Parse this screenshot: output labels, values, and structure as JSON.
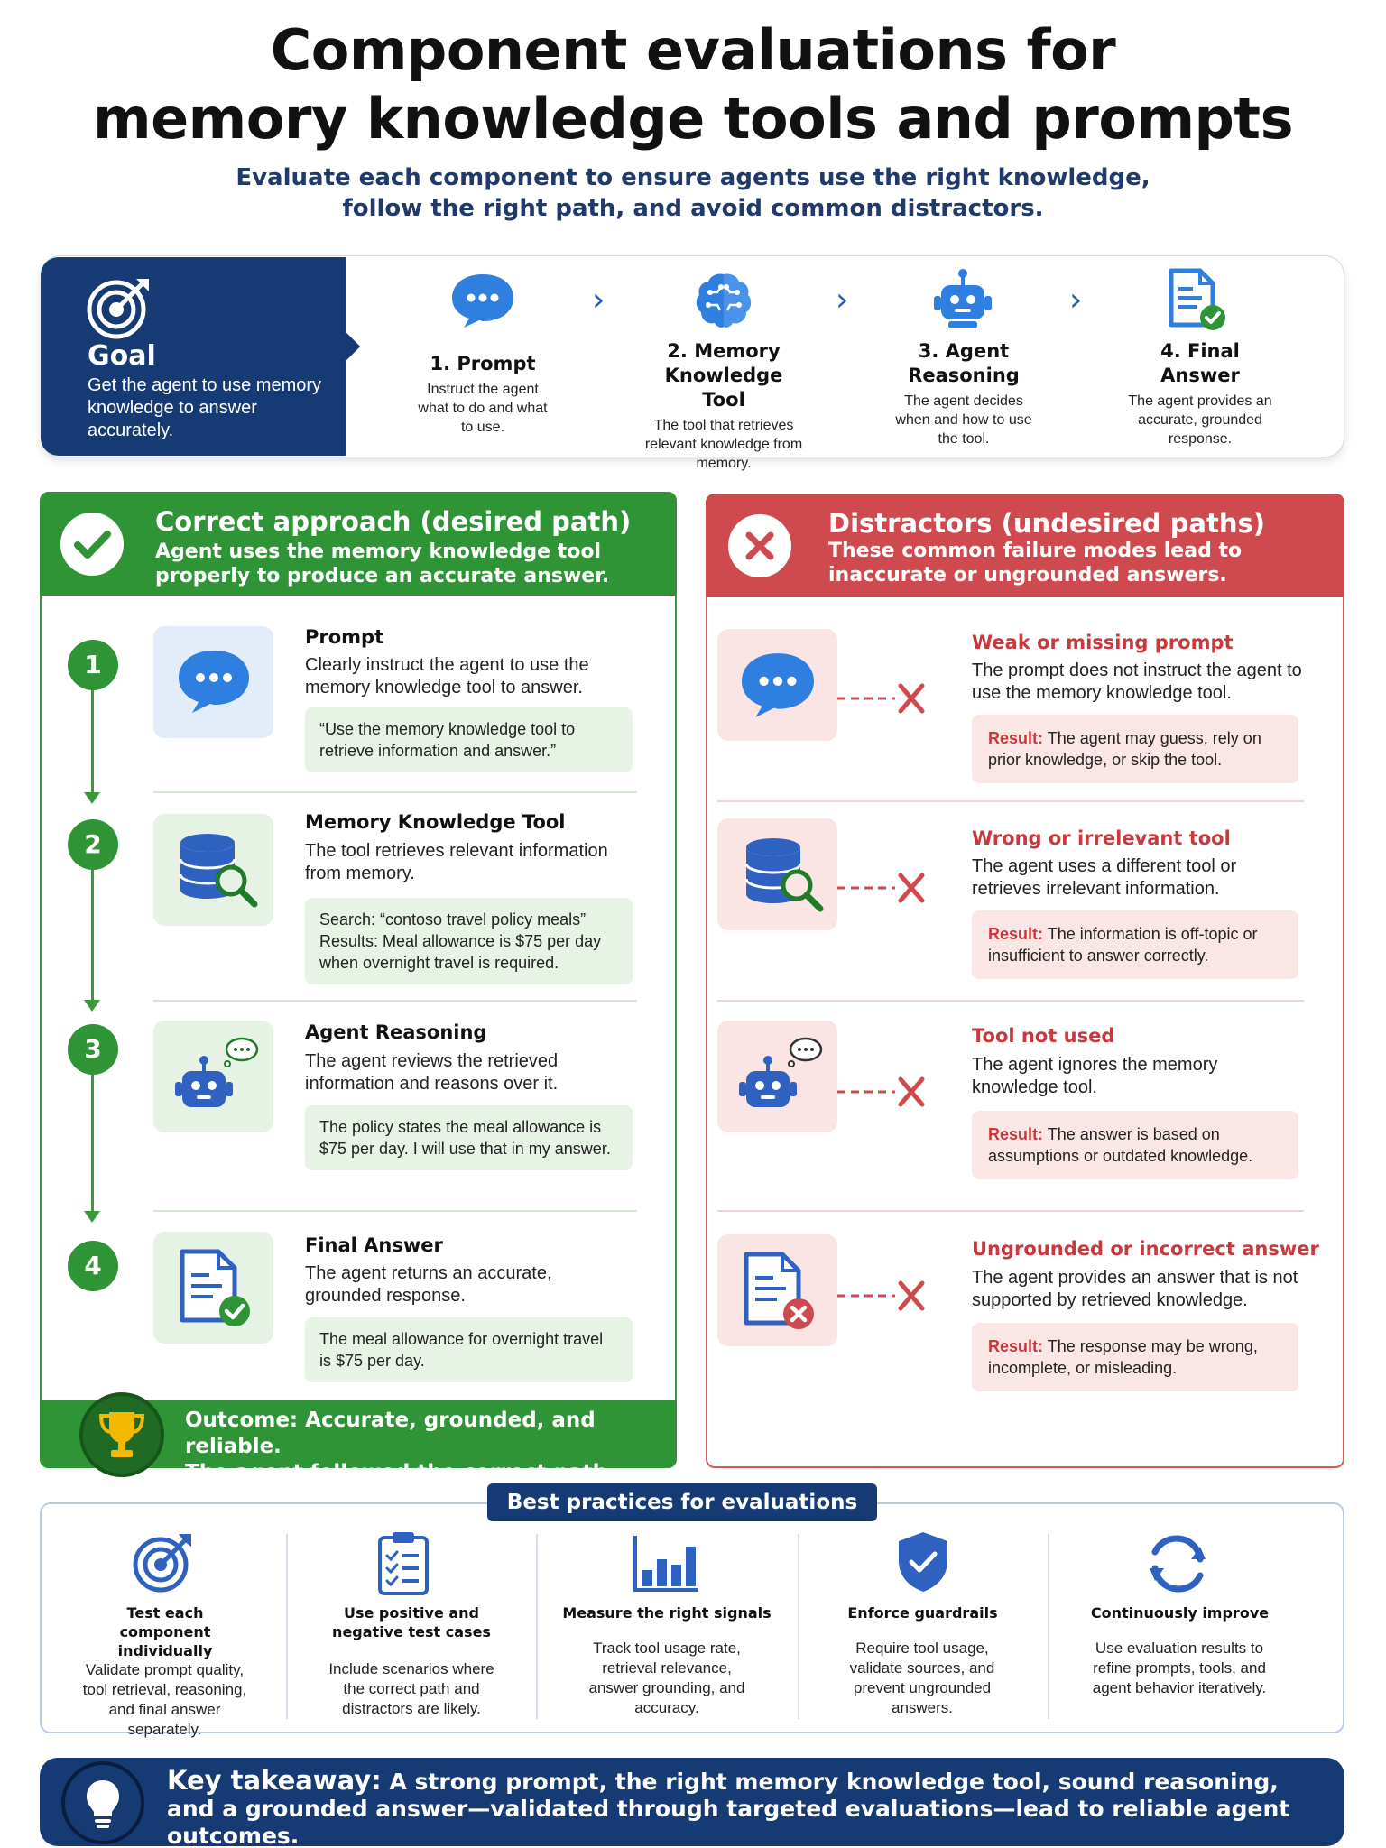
{
  "header": {
    "title_line1": "Component evaluations for",
    "title_line2": "memory knowledge tools and prompts",
    "subtitle_line1": "Evaluate each component to ensure agents use the right knowledge,",
    "subtitle_line2": "follow the right path, and avoid common distractors."
  },
  "goal": {
    "title": "Goal",
    "text": "Get the agent to use memory knowledge to answer accurately.",
    "icon": "target-icon"
  },
  "flow_steps": [
    {
      "title": "1. Prompt",
      "desc": "Instruct the agent what to do and what to use.",
      "icon": "chat-bubble-icon"
    },
    {
      "title": "2. Memory Knowledge Tool",
      "desc": "The tool that retrieves relevant knowledge from memory.",
      "icon": "brain-icon"
    },
    {
      "title": "3. Agent Reasoning",
      "desc": "The agent decides when and how to use the tool.",
      "icon": "robot-icon"
    },
    {
      "title": "4. Final Answer",
      "desc": "The agent provides an accurate, grounded response.",
      "icon": "document-check-icon"
    }
  ],
  "correct": {
    "title": "Correct approach (desired path)",
    "subtitle": "Agent uses the memory knowledge tool properly to produce an accurate answer.",
    "steps": [
      {
        "num": "1",
        "title": "Prompt",
        "desc": "Clearly instruct the agent to use the memory knowledge tool to answer.",
        "quote": "“Use the memory knowledge tool to retrieve information and answer.”"
      },
      {
        "num": "2",
        "title": "Memory Knowledge Tool",
        "desc": "The tool retrieves relevant information from memory.",
        "quote": "Search: “contoso travel policy meals” Results: Meal allowance is $75 per day when overnight travel is required."
      },
      {
        "num": "3",
        "title": "Agent Reasoning",
        "desc": "The agent reviews the retrieved information and reasons over it.",
        "quote": "The policy states the meal allowance is $75 per day. I will use that in my answer."
      },
      {
        "num": "4",
        "title": "Final Answer",
        "desc": "The agent returns an accurate, grounded response.",
        "quote": "The meal allowance for overnight travel is $75 per day."
      }
    ],
    "outcome_label": "Outcome:",
    "outcome_text": "Accurate, grounded, and reliable.",
    "outcome_text2": "The agent followed the correct path."
  },
  "distractors": {
    "title": "Distractors (undesired paths)",
    "subtitle": "These common failure modes lead to inaccurate or ungrounded answers.",
    "result_label": "Result:",
    "items": [
      {
        "title": "Weak or missing prompt",
        "desc": "The prompt does not instruct the agent to use the memory knowledge tool.",
        "result": "The agent may guess, rely on prior knowledge, or skip the tool."
      },
      {
        "title": "Wrong or irrelevant tool",
        "desc": "The agent uses a different tool or retrieves irrelevant information.",
        "result": "The information is off-topic or insufficient to answer correctly."
      },
      {
        "title": "Tool not used",
        "desc": "The agent ignores the memory knowledge tool.",
        "result": "The answer is based on assumptions or outdated knowledge."
      },
      {
        "title": "Ungrounded or incorrect answer",
        "desc": "The agent provides an answer that is not supported by retrieved knowledge.",
        "result": "The response may be wrong, incomplete, or misleading."
      }
    ]
  },
  "best_practices": {
    "label": "Best practices for evaluations",
    "items": [
      {
        "title": "Test each component individually",
        "desc": "Validate prompt quality, tool retrieval, reasoning, and final answer separately.",
        "icon": "target-icon"
      },
      {
        "title": "Use positive and negative test cases",
        "desc": "Include scenarios where the correct path and distractors are likely.",
        "icon": "clipboard-checklist-icon"
      },
      {
        "title": "Measure the right signals",
        "desc": "Track tool usage rate, retrieval relevance, answer grounding, and accuracy.",
        "icon": "bar-chart-icon"
      },
      {
        "title": "Enforce guardrails",
        "desc": "Require tool usage, validate sources, and prevent ungrounded answers.",
        "icon": "shield-check-icon"
      },
      {
        "title": "Continuously improve",
        "desc": "Use evaluation results to refine prompts, tools, and agent behavior iteratively.",
        "icon": "refresh-icon"
      }
    ]
  },
  "takeaway": {
    "label": "Key takeaway:",
    "text1": "A strong prompt, the right memory knowledge tool, sound reasoning,",
    "text2": "and a grounded answer—validated through targeted evaluations—lead to reliable agent outcomes."
  },
  "colors": {
    "navy": "#163a74",
    "green": "#2f9435",
    "red": "#cf4a4e",
    "blue_icon": "#2f7fe0"
  }
}
